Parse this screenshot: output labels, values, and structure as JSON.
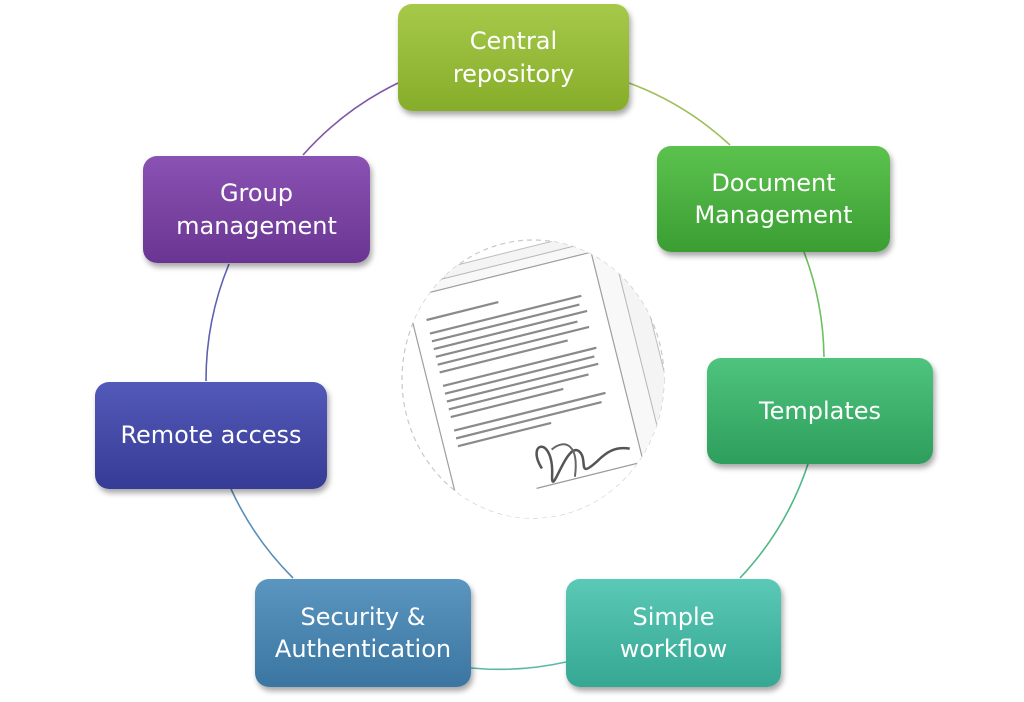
{
  "diagram": {
    "nodes": [
      {
        "id": "central",
        "label": "Central\nrepository",
        "color": "#94b83a"
      },
      {
        "id": "document",
        "label": "Document\nManagement",
        "color": "#4bb142"
      },
      {
        "id": "templates",
        "label": "Templates",
        "color": "#3eb16d"
      },
      {
        "id": "workflow",
        "label": "Simple\nworkflow",
        "color": "#46b8a4"
      },
      {
        "id": "security",
        "label": "Security &\nAuthentication",
        "color": "#4a86b1"
      },
      {
        "id": "remote",
        "label": "Remote access",
        "color": "#444aa6"
      },
      {
        "id": "group",
        "label": "Group\nmanagement",
        "color": "#7a43a3"
      }
    ],
    "center_image": "signed-document-illustration",
    "ring_colors": [
      "#9fbf5a",
      "#6cc05e",
      "#4fb884",
      "#58b9ab",
      "#5b8fb7",
      "#5c62b2",
      "#8057a8"
    ]
  }
}
